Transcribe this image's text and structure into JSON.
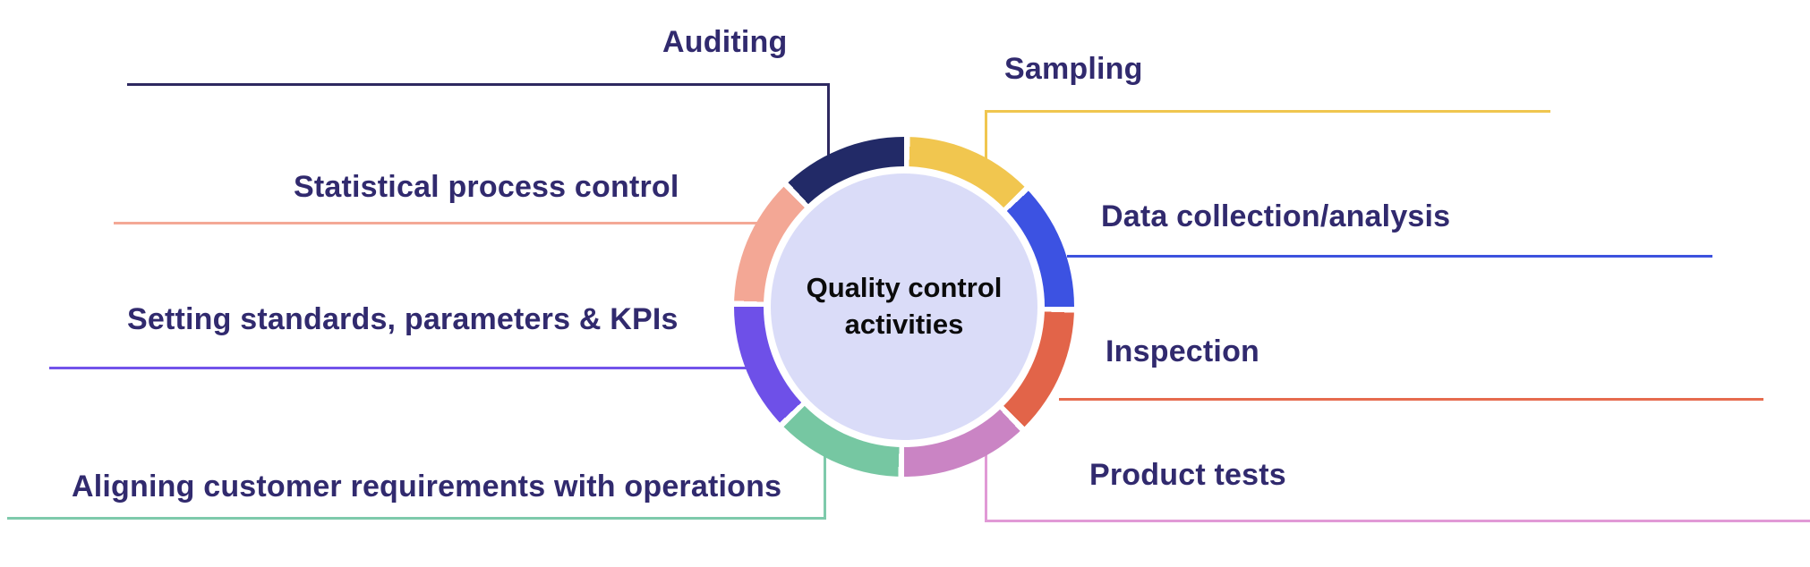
{
  "diagram": {
    "title": "Quality control activities",
    "center": {
      "line1": "Quality control",
      "line2": "activities",
      "fill_color": "#dadcf8"
    },
    "label_color": "#312a6e",
    "ring": {
      "segment_sweep_deg": 45,
      "gap_deg": 2,
      "order_clockwise_from_top": [
        "sampling",
        "data_collection",
        "inspection",
        "product_tests",
        "aligning",
        "standards",
        "spc",
        "auditing"
      ]
    },
    "items": [
      {
        "id": "auditing",
        "label": "Auditing",
        "segment_color": "#222a67",
        "line_color": "#2e2960"
      },
      {
        "id": "sampling",
        "label": "Sampling",
        "segment_color": "#f1c64f",
        "line_color": "#f0c64f"
      },
      {
        "id": "spc",
        "label": "Statistical process control",
        "segment_color": "#f3a795",
        "line_color": "#f4a896"
      },
      {
        "id": "data_collection",
        "label": "Data collection/analysis",
        "segment_color": "#3c52e2",
        "line_color": "#3d52de"
      },
      {
        "id": "standards",
        "label": "Setting standards, parameters & KPIs",
        "segment_color": "#6e50e8",
        "line_color": "#7253ea"
      },
      {
        "id": "inspection",
        "label": "Inspection",
        "segment_color": "#e26449",
        "line_color": "#e66b4e"
      },
      {
        "id": "aligning",
        "label": "Aligning customer requirements with operations",
        "segment_color": "#76c7a2",
        "line_color": "#7ecaab"
      },
      {
        "id": "product_tests",
        "label": "Product tests",
        "segment_color": "#ca84c4",
        "line_color": "#e19ad6"
      }
    ]
  }
}
